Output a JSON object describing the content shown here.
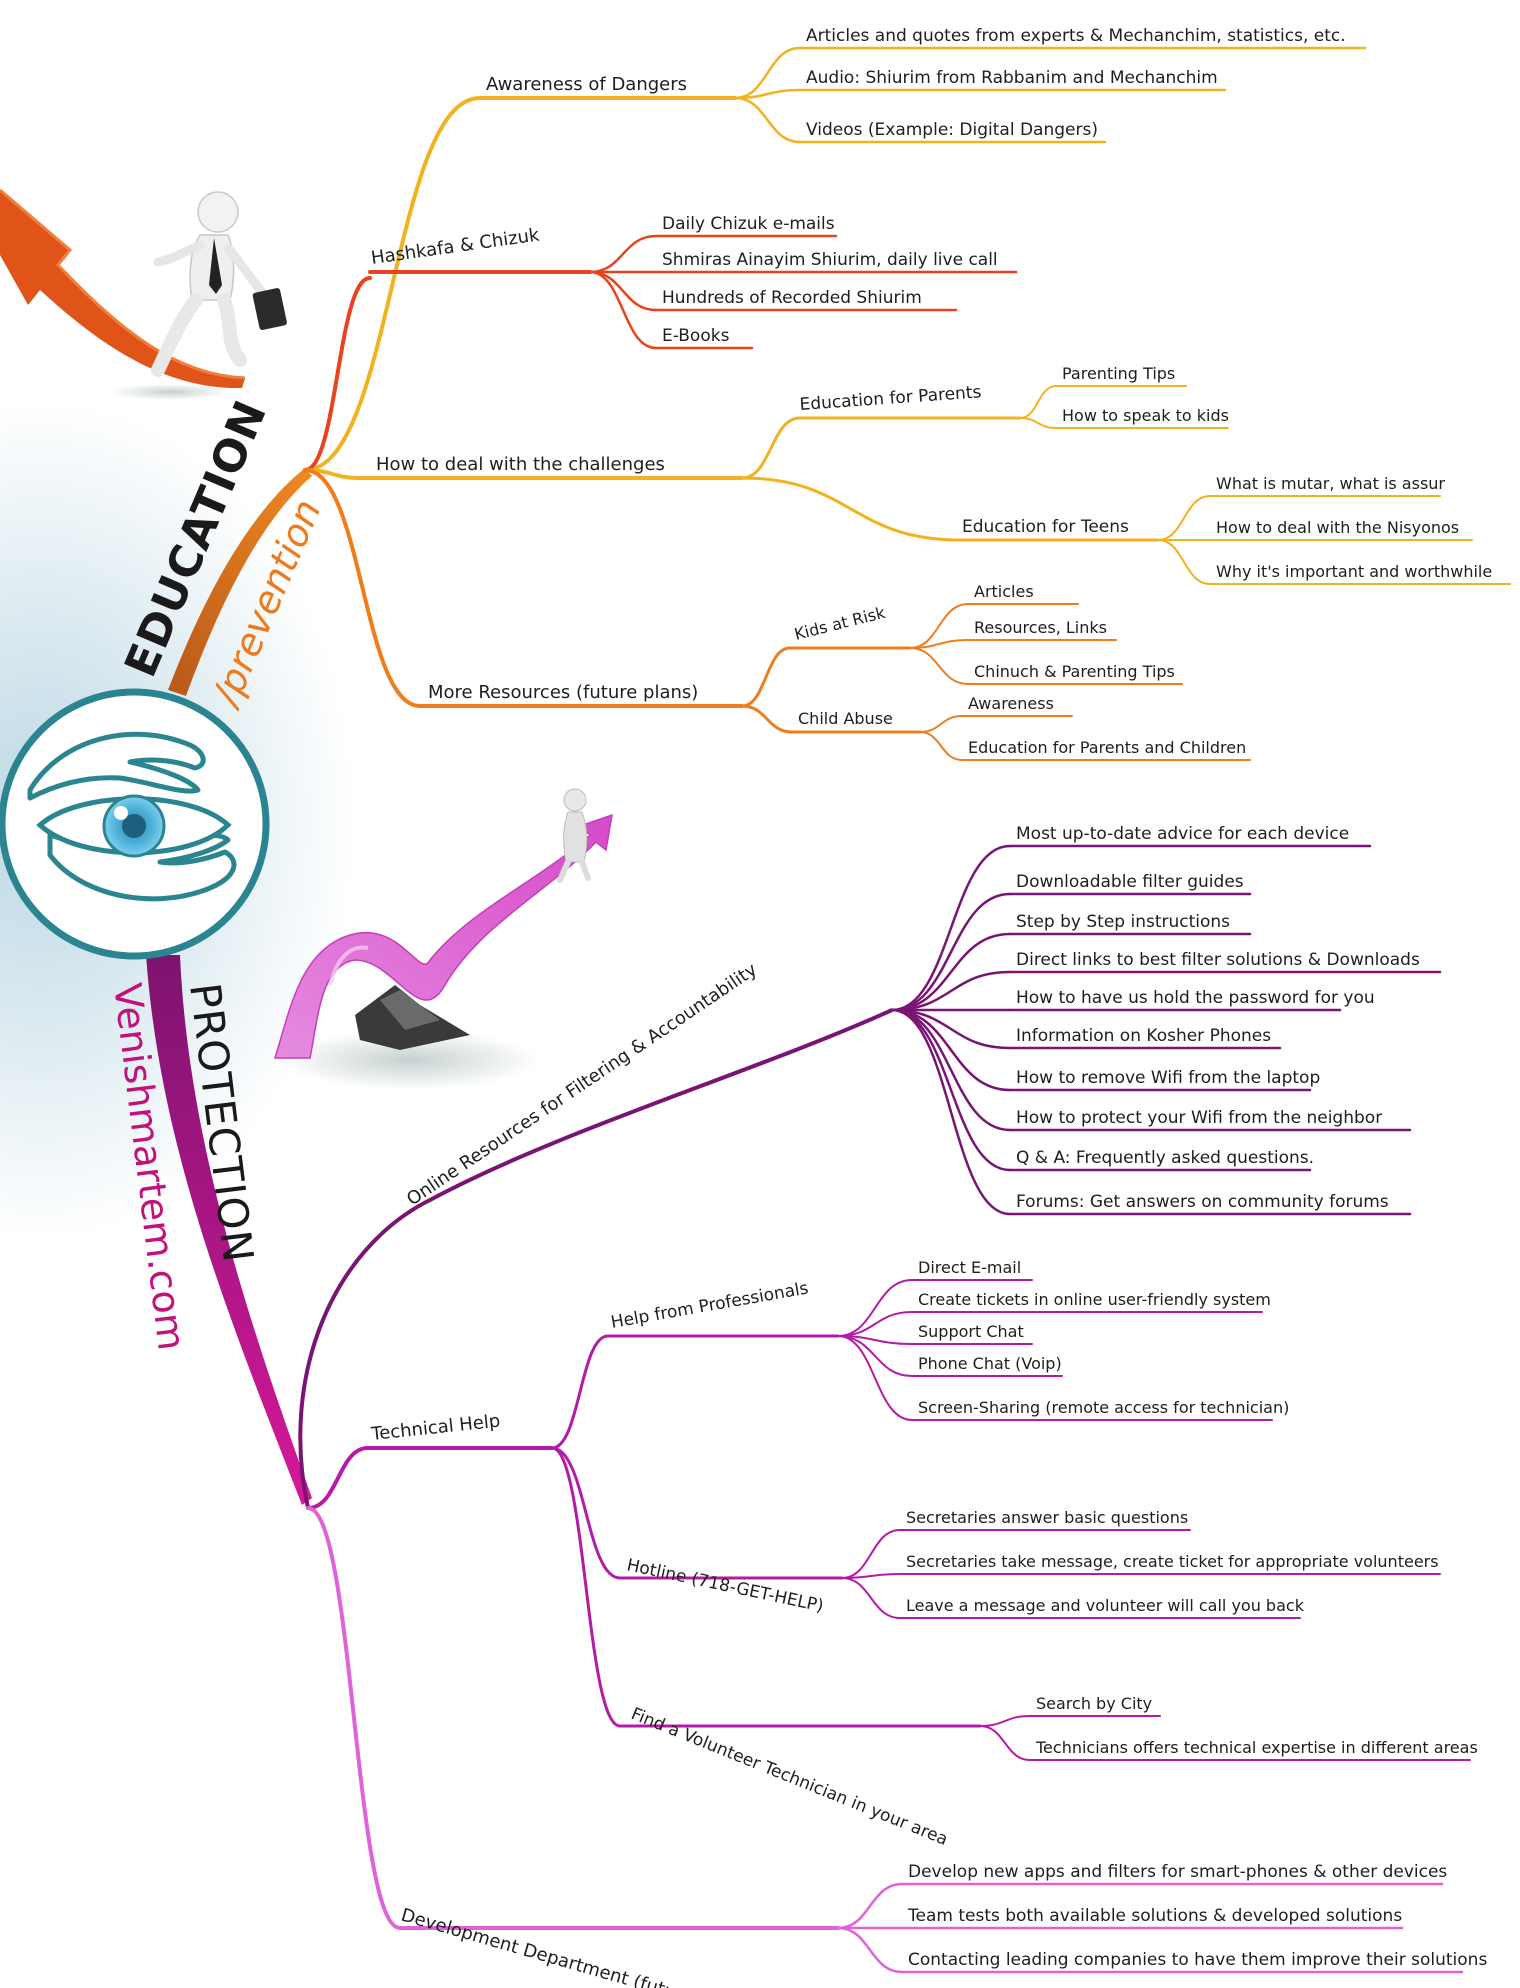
{
  "center": {
    "icon": "eye-in-hands-icon",
    "ring_color": "#2a8591",
    "eye_color": "#4fb6da"
  },
  "spines": {
    "education": "EDUCATION",
    "prevention": "/prevention",
    "protection": "PROTECTION",
    "website": "Venishmartem.com"
  },
  "colors": {
    "orange_dark": "#e86a12",
    "orange_red": "#e9431d",
    "yellow": "#f2b21f",
    "orange": "#ef7c1d",
    "purple_dark": "#7a1474",
    "magenta": "#b31aa8",
    "pink": "#e062d8",
    "spine_magenta": "#b8167e"
  },
  "illustrations": {
    "top": "businessman-on-arrow-illustration",
    "middle": "figure-on-arrow-over-pit-illustration"
  },
  "education": {
    "awareness": {
      "title": "Awareness of Dangers",
      "items": [
        "Articles and quotes from experts & Mechanchim, statistics, etc.",
        "Audio: Shiurim from Rabbanim and Mechanchim",
        "Videos (Example: Digital Dangers)"
      ]
    },
    "hashkafa": {
      "title": "Hashkafa & Chizuk",
      "items": [
        "Daily Chizuk e-mails",
        "Shmiras Ainayim Shiurim, daily live call",
        "Hundreds of Recorded Shiurim",
        "E-Books"
      ]
    },
    "challenges": {
      "title": "How to deal with the challenges",
      "parents": {
        "title": "Education for Parents",
        "items": [
          "Parenting Tips",
          "How to speak to kids"
        ]
      },
      "teens": {
        "title": "Education for Teens",
        "items": [
          "What is mutar, what is assur",
          "How to deal with the Nisyonos",
          "Why it's important and worthwhile"
        ]
      }
    },
    "resources": {
      "title": "More Resources (future plans)",
      "kids": {
        "title": "Kids at Risk",
        "items": [
          "Articles",
          "Resources, Links",
          "Chinuch & Parenting Tips"
        ]
      },
      "abuse": {
        "title": "Child Abuse",
        "items": [
          "Awareness",
          "Education for Parents and Children"
        ]
      }
    }
  },
  "protection": {
    "online": {
      "title": "Online Resources for Filtering & Accountability",
      "items": [
        "Most up-to-date advice for each device",
        "Downloadable filter guides",
        "Step by Step instructions",
        "Direct links to best filter solutions & Downloads",
        "How to have us hold the password for you",
        "Information on Kosher Phones",
        "How to remove Wifi from the laptop",
        "How to protect your Wifi from the neighbor",
        "Q & A: Frequently asked questions.",
        "Forums: Get answers on community forums"
      ]
    },
    "technical": {
      "title": "Technical Help",
      "professionals": {
        "title": "Help from Professionals",
        "items": [
          "Direct E-mail",
          "Create tickets in online user-friendly system",
          "Support Chat",
          "Phone Chat (Voip)",
          "Screen-Sharing (remote access for technician)"
        ]
      },
      "hotline": {
        "title": "Hotline (718-GET-HELP)",
        "items": [
          "Secretaries answer basic questions",
          "Secretaries take message, create ticket for appropriate volunteers",
          "Leave a message and volunteer will call you back"
        ]
      },
      "volunteer": {
        "title": "Find a Volunteer Technician in your area",
        "items": [
          "Search by City",
          "Technicians offers technical expertise in different areas"
        ]
      }
    },
    "development": {
      "title": "Development Department (future plans)",
      "items": [
        "Develop new apps and filters for smart-phones & other devices",
        "Team tests both available solutions & developed solutions",
        "Contacting leading companies to have them improve their solutions"
      ]
    }
  }
}
